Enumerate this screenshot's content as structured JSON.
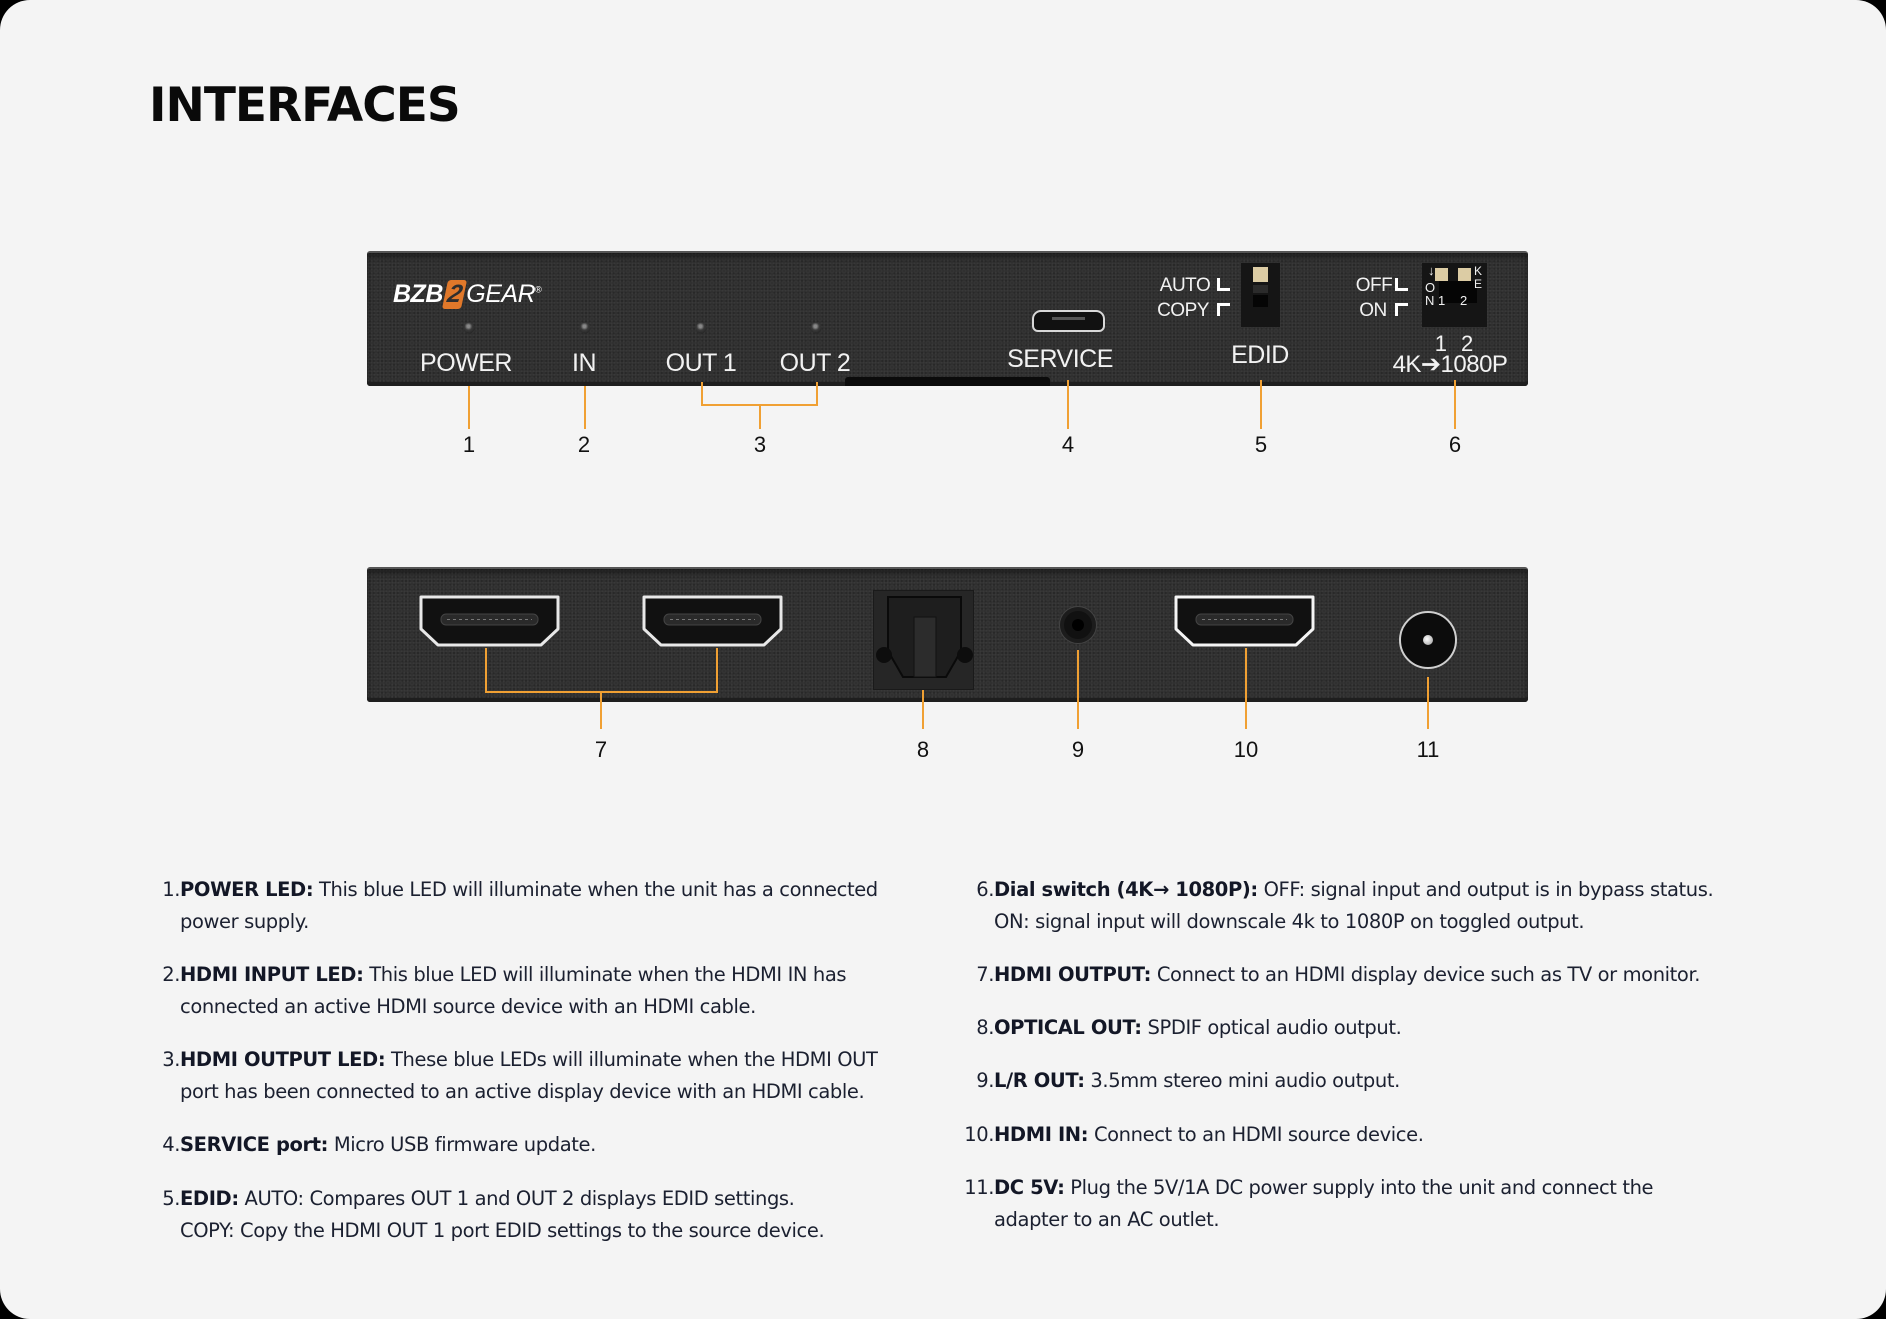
{
  "title": "INTERFACES",
  "colors": {
    "background": "#f4f4f4",
    "panel": "#2e2e2e",
    "callout_line": "#f0a033",
    "logo_accent": "#e0782a",
    "text": "#1b2030",
    "switch_knob": "#dccca4"
  },
  "front_panel": {
    "logo": {
      "left": "BZB",
      "mark": "2",
      "right": "GEAR",
      "registered": "®"
    },
    "labels": {
      "power": "POWER",
      "in": "IN",
      "out1": "OUT 1",
      "out2": "OUT 2",
      "service": "SERVICE",
      "edid": "EDID"
    },
    "edid_switch": {
      "auto": "AUTO",
      "copy": "COPY"
    },
    "dial_switch": {
      "off": "OFF",
      "on": "ON",
      "on_vertical_o": "O",
      "on_vertical_n": "N",
      "pos1": "1",
      "pos2": "2",
      "ke_k": "K",
      "ke_e": "E",
      "arrow": "↓",
      "numbers": "1 2",
      "caption": "4K➔1080P"
    },
    "callouts": [
      "1",
      "2",
      "3",
      "4",
      "5",
      "6"
    ]
  },
  "rear_panel": {
    "callouts": [
      "7",
      "8",
      "9",
      "10",
      "11"
    ]
  },
  "items": [
    {
      "num": "1.",
      "label": "POWER LED:",
      "text": " This blue LED will illuminate when the unit has a connected",
      "text2": "power supply."
    },
    {
      "num": "2.",
      "label": "HDMI INPUT LED:",
      "text": " This blue LED will illuminate when the HDMI IN has",
      "text2": "connected an active HDMI source device with an HDMI cable."
    },
    {
      "num": "3.",
      "label": "HDMI OUTPUT LED:",
      "text": " These blue LEDs will illuminate when the HDMI OUT",
      "text2": "port has been connected to an active display device with an HDMI cable."
    },
    {
      "num": "4.",
      "label": "SERVICE port:",
      "text": " Micro USB firmware update."
    },
    {
      "num": "5.",
      "label": "EDID:",
      "text": " AUTO: Compares OUT 1 and OUT 2 displays EDID settings.",
      "text2": "COPY: Copy the HDMI OUT 1 port EDID settings to the source device."
    },
    {
      "num": "6.",
      "label": "Dial switch (4K→ 1080P):",
      "text": " OFF: signal input and output is in bypass status.",
      "text2": "ON: signal input will downscale 4k to 1080P on toggled output."
    },
    {
      "num": "7.",
      "label": "HDMI OUTPUT:",
      "text": " Connect to an HDMI display device such as TV or monitor."
    },
    {
      "num": "8.",
      "label": "OPTICAL OUT:",
      "text": " SPDIF optical audio output."
    },
    {
      "num": "9.",
      "label": "L/R OUT:",
      "text": " 3.5mm stereo mini audio output."
    },
    {
      "num": "10.",
      "label": "HDMI IN:",
      "text": " Connect to an HDMI source device."
    },
    {
      "num": "11.",
      "label": "DC 5V:",
      "text": " Plug the 5V/1A DC power supply into the unit and connect the",
      "text2": "adapter to an AC outlet."
    }
  ]
}
